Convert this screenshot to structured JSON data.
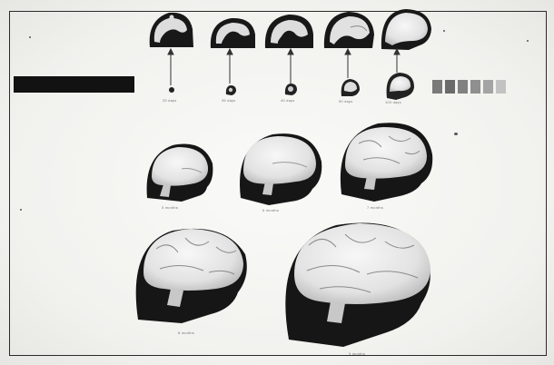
{
  "document": {
    "type": "figure",
    "subject": "brain-development-sequence",
    "embryo_stage_captions": [
      "25 days",
      "35 days",
      "40 days",
      "50 days",
      "100 days"
    ],
    "fetal_stage_captions": [
      "5 months",
      "6 months",
      "7 months"
    ],
    "late_stage_captions": [
      "8 months",
      "9 months"
    ],
    "swatch_colors": [
      "#7a7a7a",
      "#6a6a6a",
      "#818181",
      "#8f8f8f",
      "#a4a4a4",
      "#c2c2c2"
    ],
    "colors": {
      "silhouette": "#161616",
      "brain": "#ececec",
      "brain_shade": "#cfcfcf",
      "page": "#f4f4f2"
    }
  }
}
